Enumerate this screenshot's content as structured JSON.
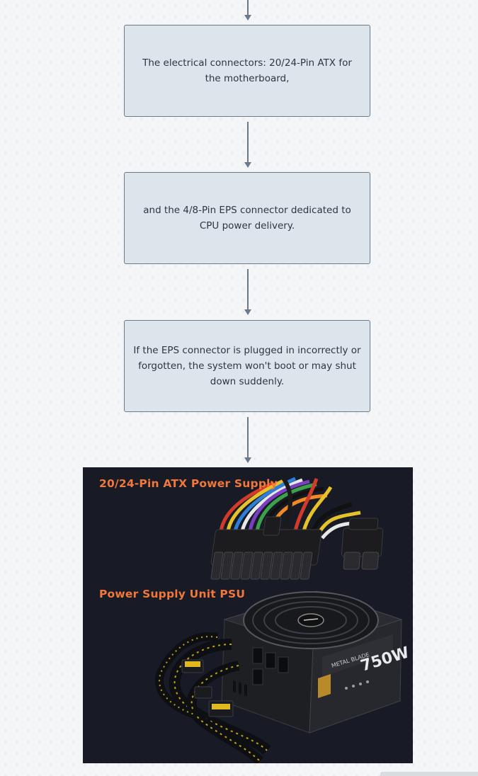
{
  "flow": {
    "nodes": [
      {
        "text": "The electrical connectors: 20/24-Pin ATX for the motherboard,"
      },
      {
        "text": "and the 4/8-Pin EPS connector dedicated to CPU power delivery."
      },
      {
        "text": "If the EPS connector is plugged in incorrectly or forgotten, the system won't boot or may shut down suddenly."
      }
    ]
  },
  "image": {
    "atx_label": "20/24-Pin ATX Power Supply",
    "psu_label": "Power Supply Unit PSU",
    "wattage": "750W",
    "brand": "METAL BLADE"
  },
  "colors": {
    "node_fill": "#dde5ec",
    "node_border": "#6b7a88",
    "label_orange": "#f1773a",
    "image_background": "#181a26"
  }
}
